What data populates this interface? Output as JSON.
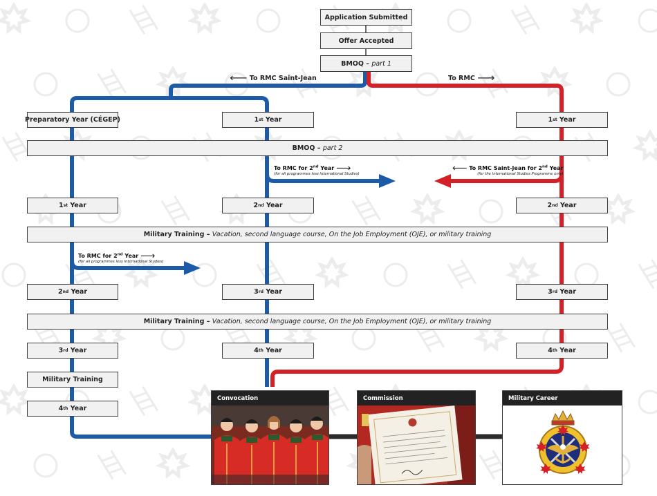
{
  "colors": {
    "blue": "#1d5aa8",
    "red": "#d42027",
    "connector": "#2b2b2b",
    "box_fill": "#f1f1f1",
    "box_border": "#3c3c3c"
  },
  "top": {
    "application": "Application Submitted",
    "offer": "Offer Accepted",
    "bmoq1_main": "BMOQ –",
    "bmoq1_part": "part 1"
  },
  "routes": {
    "to_saint_jean": "🡐 To RMC Saint-Jean",
    "to_rmc": "To RMC 🡒"
  },
  "columns": {
    "prep": "Preparatory Year (CÉGEP)",
    "first_year_mid": "Year",
    "first_year_right": "Year"
  },
  "bmoq2": {
    "main": "BMOQ –",
    "part": "part 2"
  },
  "years": {
    "ord1": "1",
    "ord1_suf": "st",
    "ord2": "2",
    "ord2_suf": "nd",
    "ord3": "3",
    "ord3_suf": "rd",
    "ord4": "4",
    "ord4_suf": "th",
    "word": "Year"
  },
  "notes": {
    "to_rmc_2nd": "To RMC for 2",
    "to_rmc_2nd_tail": " Year 🡒",
    "less_intl": "(for all programmes less International Studies)",
    "to_sj_2nd": "🡐 To RMC Saint-Jean for 2",
    "to_sj_2nd_tail": " Year",
    "intl_only": "(for the International Studies Programme only)"
  },
  "military_training": {
    "main": "Military Training –",
    "detail": "Vacation, second language course, On the Job Employment (OJE), or military training",
    "short": "Military Training"
  },
  "cards": {
    "convocation": "Convocation",
    "commission": "Commission",
    "career": "Military Career"
  }
}
